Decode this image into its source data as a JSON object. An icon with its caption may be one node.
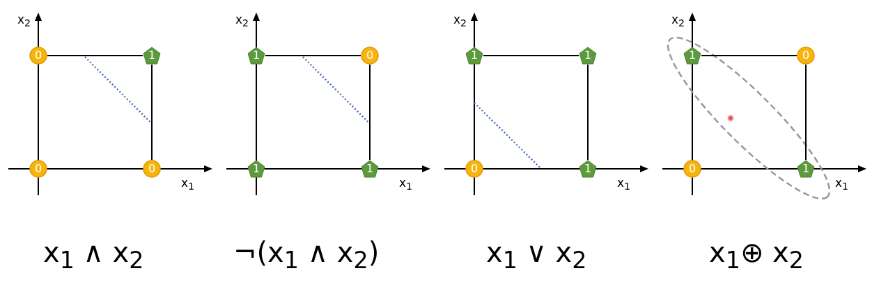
{
  "diagram": {
    "nodes": [
      {
        "text": [
          "0"
        ]
      },
      {
        "text": [
          "1"
        ]
      },
      {
        "text": [
          "0"
        ]
      },
      {
        "text": [
          "0"
        ]
      },
      {
        "text": [
          "1"
        ]
      },
      {
        "text": [
          "0"
        ]
      },
      {
        "text": [
          "1"
        ]
      },
      {
        "text": [
          "1"
        ]
      },
      {
        "text": [
          "1"
        ]
      },
      {
        "text": [
          "1"
        ]
      },
      {
        "text": [
          "0"
        ]
      },
      {
        "text": [
          "1"
        ]
      },
      {
        "text": [
          "1"
        ]
      },
      {
        "text": [
          "0"
        ]
      },
      {
        "text": [
          "0"
        ]
      },
      {
        "text": [
          "1"
        ]
      }
    ],
    "edges": [
      {
        "from": 0,
        "to": 1,
        "arrow": "none"
      },
      {
        "from": 1,
        "to": 3,
        "arrow": "none"
      },
      {
        "from": 4,
        "to": 5,
        "arrow": "none"
      },
      {
        "from": 5,
        "to": 7,
        "arrow": "none"
      },
      {
        "from": 8,
        "to": 9,
        "arrow": "none"
      },
      {
        "from": 9,
        "to": 11,
        "arrow": "none"
      },
      {
        "from": 12,
        "to": 13,
        "arrow": "none"
      },
      {
        "from": 13,
        "to": 15,
        "arrow": "none"
      }
    ],
    "labels": [
      "x$_{2}$",
      "x$_{2}$",
      "x$_{2}$",
      "x$_{2}$",
      "x$_{1}$",
      "x$_{1}$",
      "x$_{1}$",
      "x$_{1}$",
      "x$_{1}$ ∧ x$_{2}$",
      "¬(x$_{1}$ ∧ x$_{2}$)",
      "x$_{1}$ ∨ x$_{2}$",
      "x$_{1}$⊕ x$_{2}$"
    ]
  }
}
